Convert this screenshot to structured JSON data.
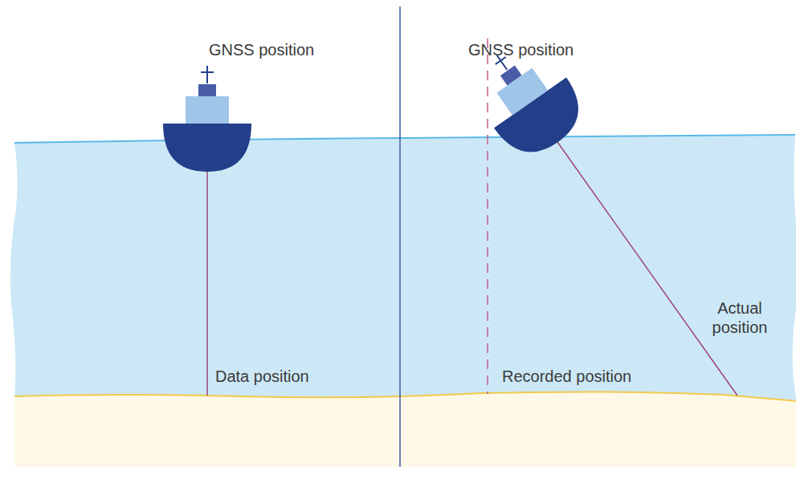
{
  "diagram": {
    "labels": [
      "GNSS position",
      "Data position",
      "GNSS position",
      "Recorded position",
      "Actual position"
    ]
  }
}
